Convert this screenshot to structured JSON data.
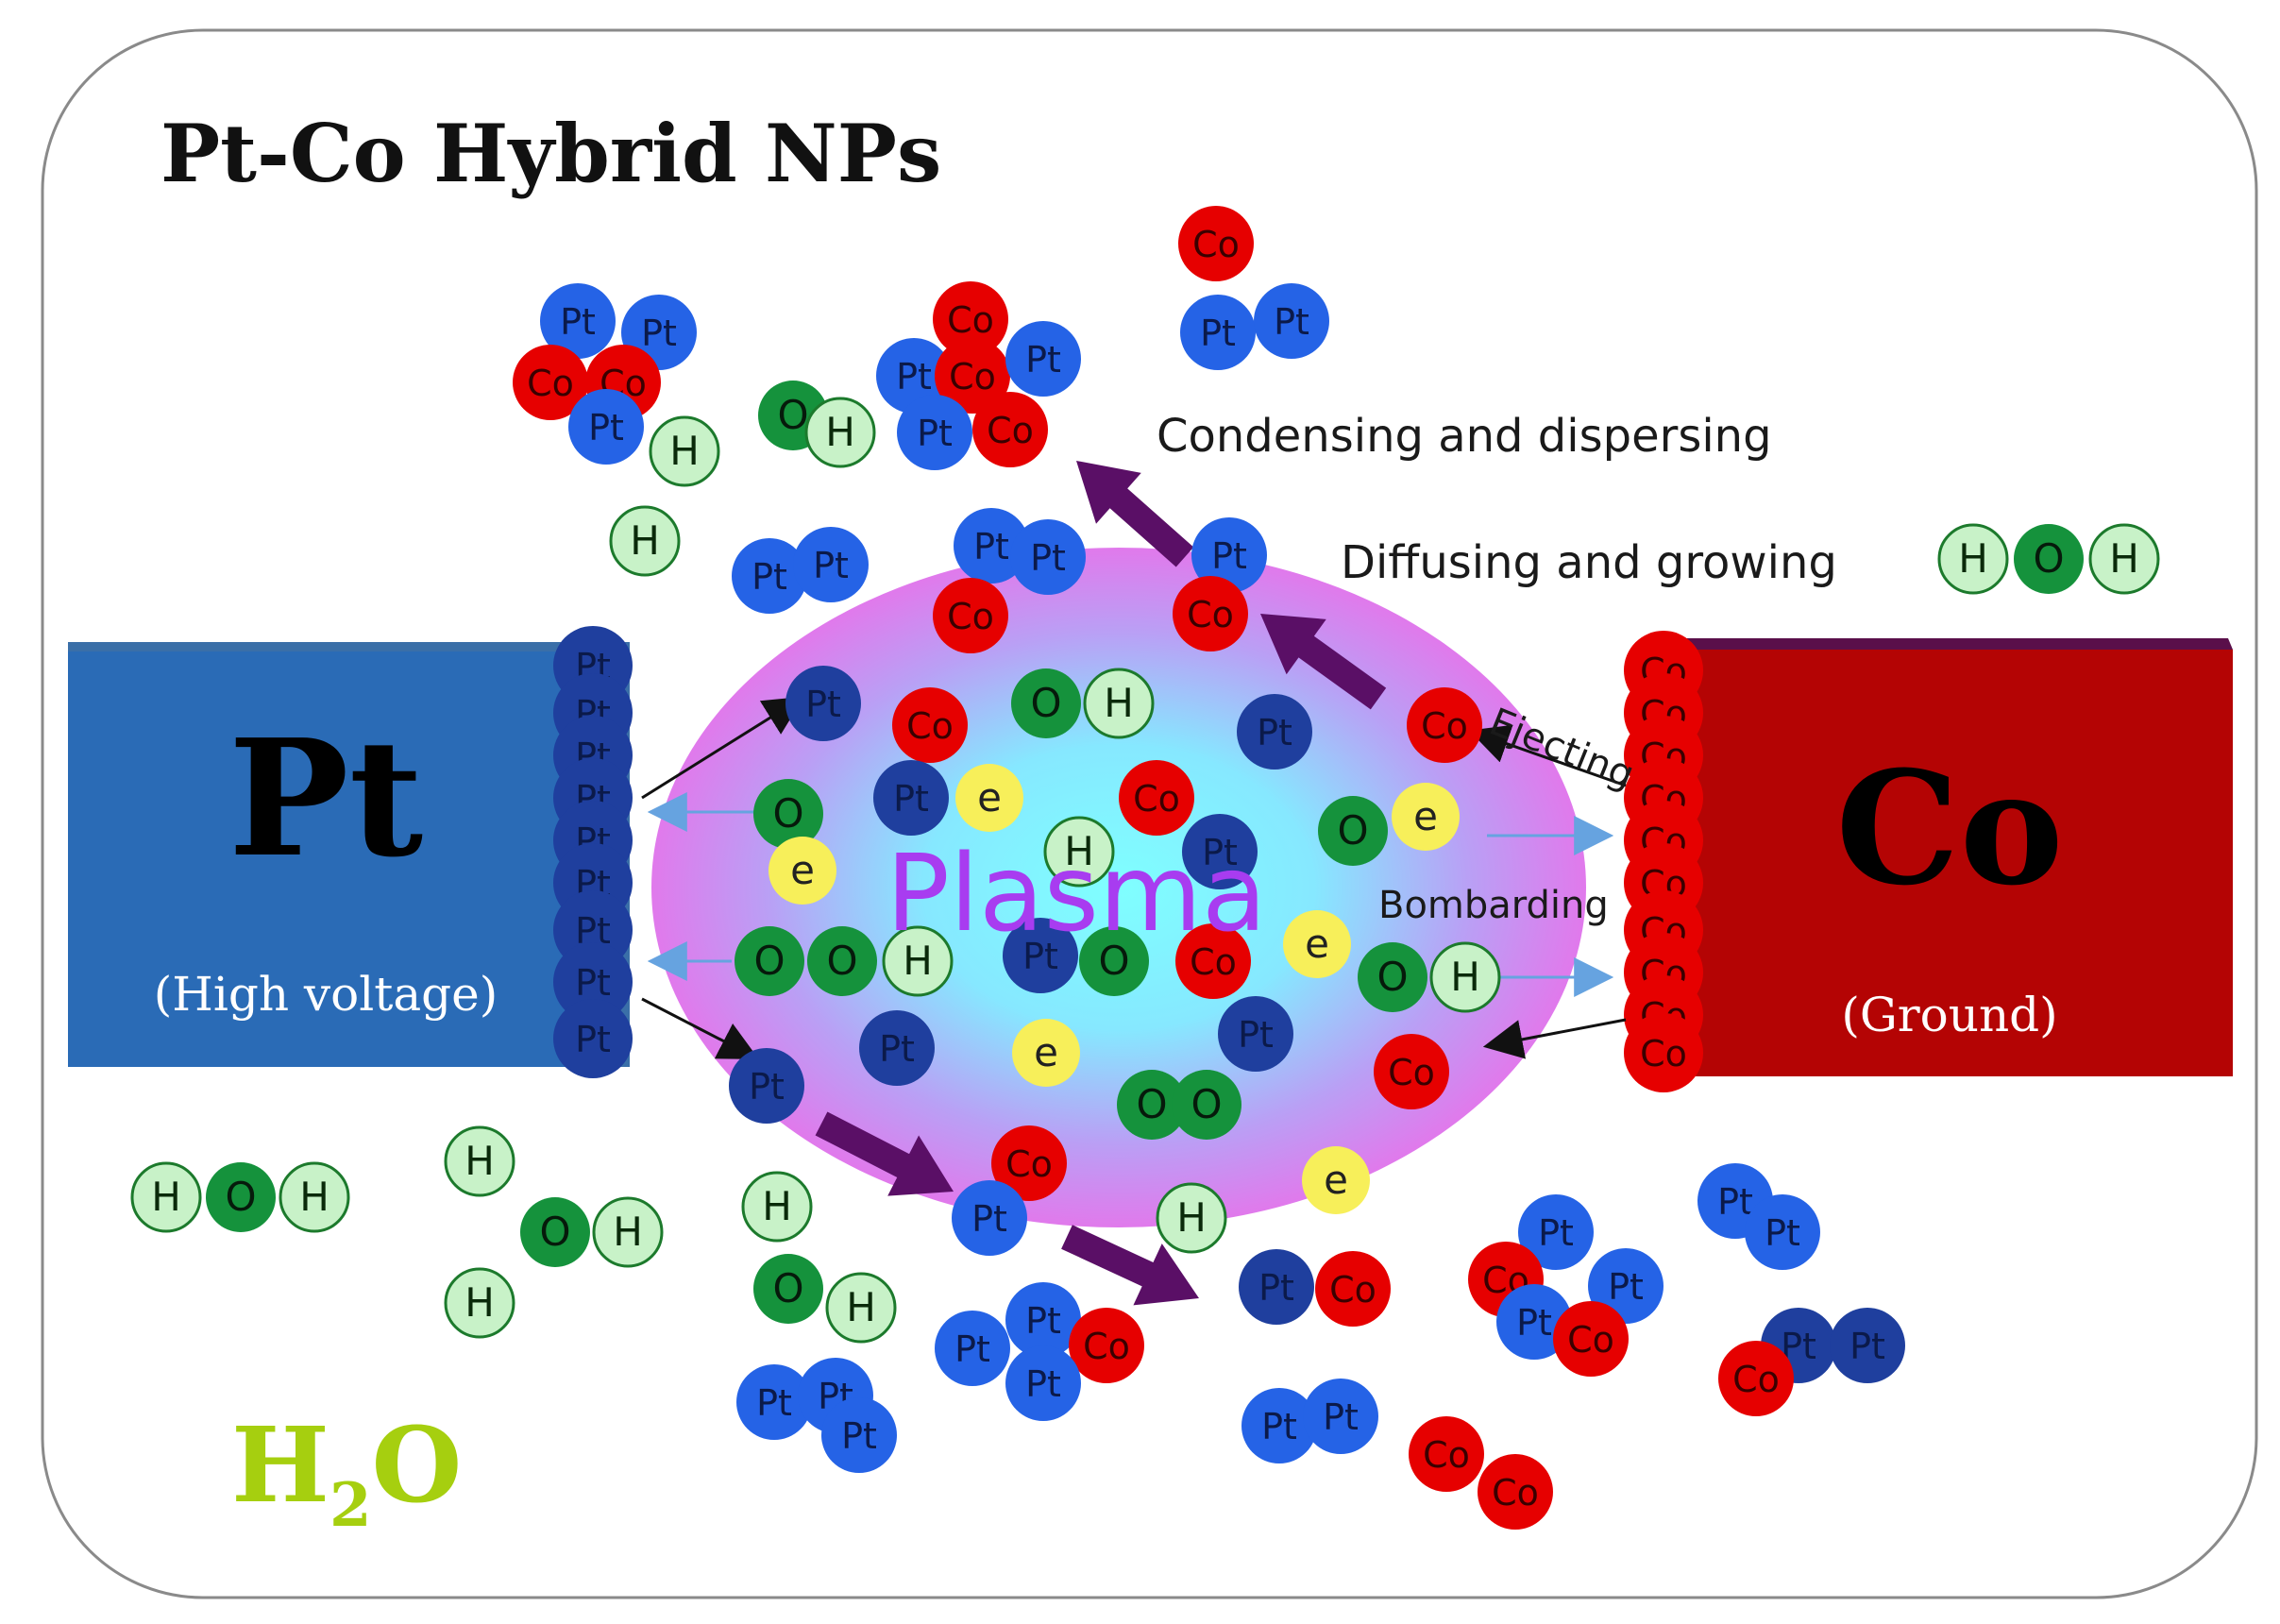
{
  "title": "Pt-Co Hybrid NPs",
  "solvent": {
    "main": "H",
    "sub": "2",
    "tail": "O"
  },
  "electrodes": {
    "left": {
      "symbol": "Pt",
      "note": "(High voltage)"
    },
    "right": {
      "symbol": "Co",
      "note": "(Ground)"
    }
  },
  "plasma_label": "Plasma",
  "process_labels": {
    "condensing": "Condensing and dispersing",
    "diffusing": "Diffusing and growing",
    "ejecting": "Ejecting",
    "bombarding": "Bombarding"
  },
  "colors": {
    "pt_electrode": "#2a6bb6",
    "co_electrode": "#b40404",
    "pt_atom": "#2563e6",
    "pt_atom_dark": "#1f3f9e",
    "co_atom": "#e60000",
    "o_atom": "#15923c",
    "h_atom": "#c8f2c8",
    "e_atom": "#f7ef5a",
    "arrow_purple": "#5a0f66",
    "arrow_blue": "#66a3e0",
    "solvent_text": "#a6cf0f",
    "plasma_text": "#a83cf0"
  },
  "legend_species": [
    "Pt",
    "Co",
    "O",
    "H",
    "e"
  ]
}
